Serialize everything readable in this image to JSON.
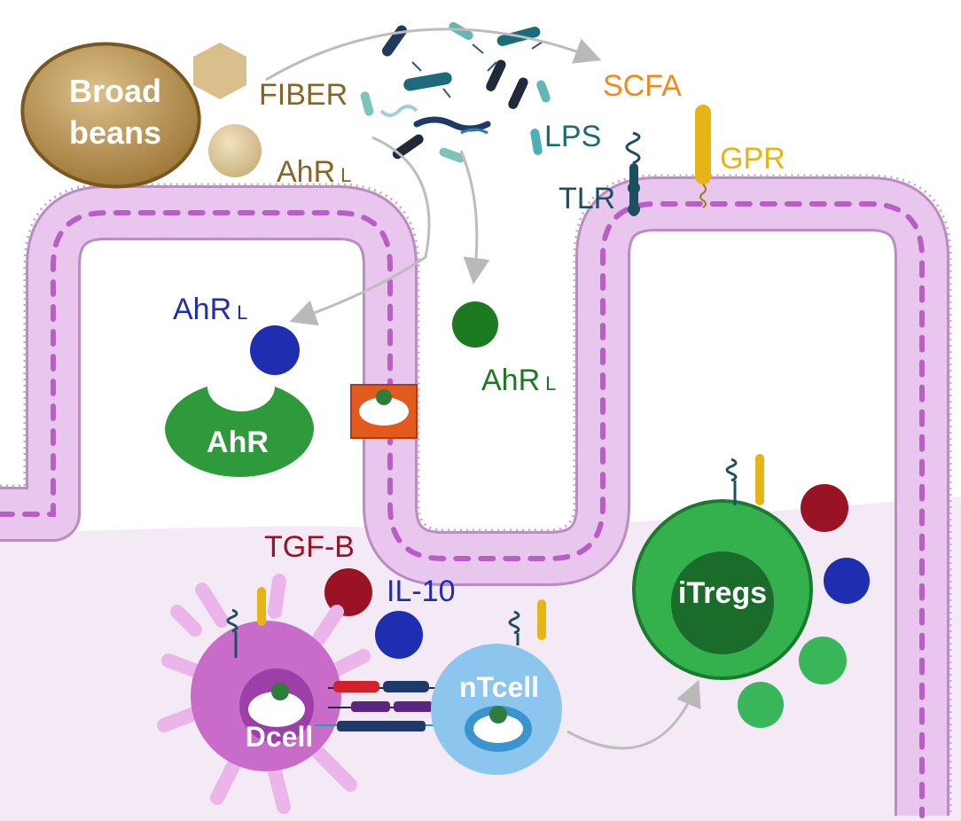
{
  "labels": {
    "broad": "Broad",
    "beans": "beans",
    "fiber": "FIBER",
    "scfa": "SCFA",
    "gpr": "GPR",
    "lps": "LPS",
    "tlr": "TLR",
    "ahr_main": "AhR",
    "ahr_sub": "L",
    "ahr_receptor": "AhR",
    "tgfb": "TGF-B",
    "il10": "IL-10",
    "dcell": "Dcell",
    "ntcell": "nTcell",
    "itregs": "iTregs"
  },
  "colors": {
    "mucosa": "#f1e6f3",
    "villus_cell": "#e9c6ee",
    "villus_border": "#b98cc2",
    "nucleus": "#b95ec7",
    "fiber_text": "#8a6424",
    "scfa": "#f08a1e",
    "gpr": "#e7b416",
    "tlr": "#1d4f62",
    "ahr_blue": "#1f2db0",
    "ahr_green": "#1c7a21",
    "tgfb": "#9a1325",
    "il10": "#1f2db0",
    "dcell": "#c96bc9",
    "ntcell": "#8cc6ee",
    "itregs": "#34b04c"
  },
  "icons": [
    "bean-icon",
    "hexagon-icon",
    "sphere-icon",
    "bacteria-icon",
    "receptor-icon"
  ]
}
